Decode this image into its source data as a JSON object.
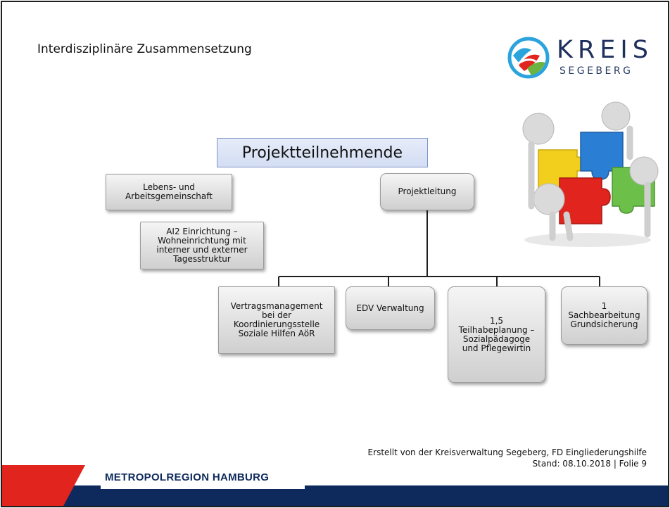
{
  "slide": {
    "title": "Interdisziplinäre Zusammensetzung",
    "logo": {
      "name": "KREIS",
      "subname": "SEGEBERG",
      "icon": "kreis-segeberg-emblem"
    },
    "header_box": "Projektteilnehmende",
    "boxes": {
      "lebens": "Lebens- und\nArbeitsgemeinschaft",
      "ai2": "AI2 Einrichtung –\nWohneinrichtung mit\ninterner und externer\nTagesstruktur",
      "projektleitung": "Projektleitung",
      "vertrag": "Vertragsmanagement\nbei der\nKoordinierungsstelle\nSoziale Hilfen AöR",
      "edv": "EDV Verwaltung",
      "teilhabe": "1,5\nTeilhabeplanung –\nSozialpädagoge\nund Pflegewirtin",
      "sachbearbeitung": "1\nSachbearbeitung\nGrundsicherung"
    },
    "image": {
      "icon": "puzzle-figures-illustration"
    },
    "footer": {
      "line1": "Erstellt von der Kreisverwaltung Segeberg, FD Eingliederungshilfe",
      "line2": "Stand: 08.10.2018 | Folie 9"
    },
    "branding": "METROPOLREGION HAMBURG",
    "colors": {
      "navy": "#0e2a5c",
      "red": "#e2241e",
      "header_fill": "#dbe3f6"
    }
  }
}
